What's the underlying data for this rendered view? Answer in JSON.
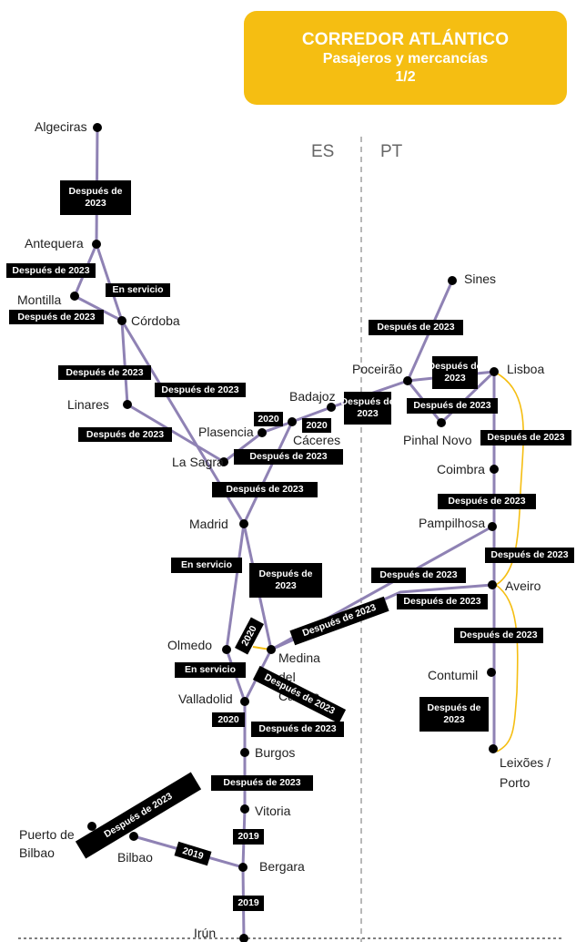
{
  "banner": {
    "title": "CORREDOR ATLÁNTICO",
    "subtitle": "Pasajeros y mercancías",
    "page": "1/2"
  },
  "countries": {
    "es": "ES",
    "pt": "PT"
  },
  "colors": {
    "line": "#8f82b4",
    "yellow": "#f5be12",
    "label_bg": "#000000",
    "divider": "#999999"
  },
  "stations": {
    "algeciras": "Algeciras",
    "antequera": "Antequera",
    "montilla": "Montilla",
    "cordoba": "Córdoba",
    "linares": "Linares",
    "plasencia": "Plasencia",
    "la_sagra": "La Sagra",
    "badajoz": "Badajoz",
    "caceres": "Cáceres",
    "madrid": "Madrid",
    "olmedo": "Olmedo",
    "medina": "Medina del Campo",
    "valladolid": "Valladolid",
    "burgos": "Burgos",
    "vitoria": "Vitoria",
    "puerto_bilbao": "Puerto de Bilbao",
    "bilbao": "Bilbao",
    "bergara": "Bergara",
    "irun": "Irún",
    "sines": "Sines",
    "poceirao": "Poceirão",
    "lisboa": "Lisboa",
    "pinhal_novo": "Pinhal Novo",
    "coimbra": "Coimbra",
    "pampilhosa": "Pampilhosa",
    "aveiro": "Aveiro",
    "contumil": "Contumil",
    "leixoes": "Leixões / Porto"
  },
  "labels": {
    "despues": "Después de 2023",
    "despues_1": "Después de",
    "despues_2": "2023",
    "en_servicio": "En servicio",
    "y2020": "2020",
    "y2019": "2019"
  }
}
